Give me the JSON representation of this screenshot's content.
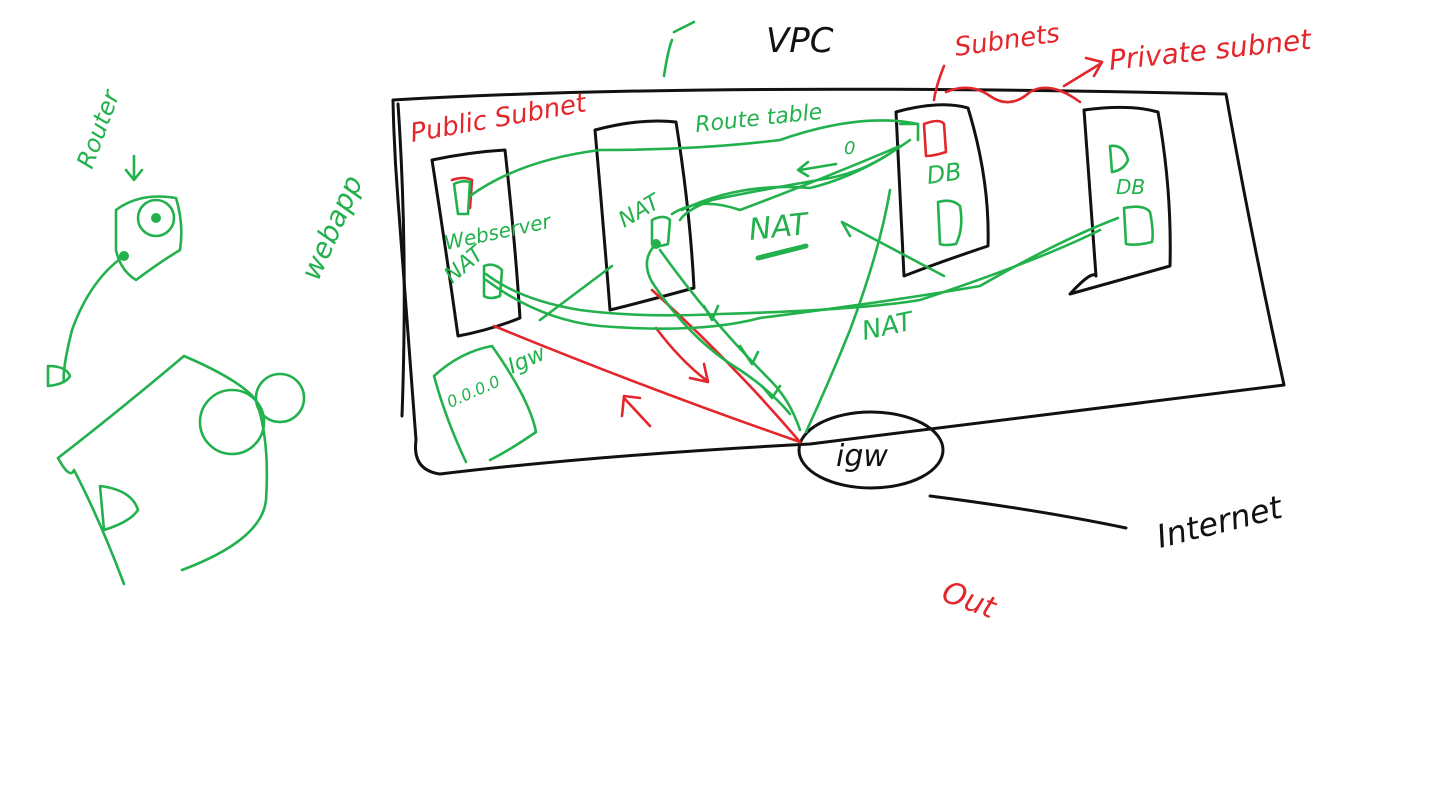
{
  "labels": {
    "vpc": "VPC",
    "subnets": "Subnets",
    "private_subnet": "Private subnet",
    "public_subnet": "Public Subnet",
    "route_table": "Route table",
    "router": "Router",
    "webapp": "webapp",
    "webserver": "Webserver",
    "nat_in_public": "NAT",
    "nat_box": "NAT",
    "nat_center": "NAT",
    "nat_lower": "NAT",
    "db_1": "DB",
    "db_2": "DB",
    "cidr": "0.0.0.0",
    "igw_box": "Igw",
    "igw": "igw",
    "internet": "Internet",
    "out": "Out",
    "route_zero": "0"
  },
  "colors": {
    "ink_black": "#111111",
    "ink_red": "#e3262b",
    "ink_green": "#22b14c"
  }
}
